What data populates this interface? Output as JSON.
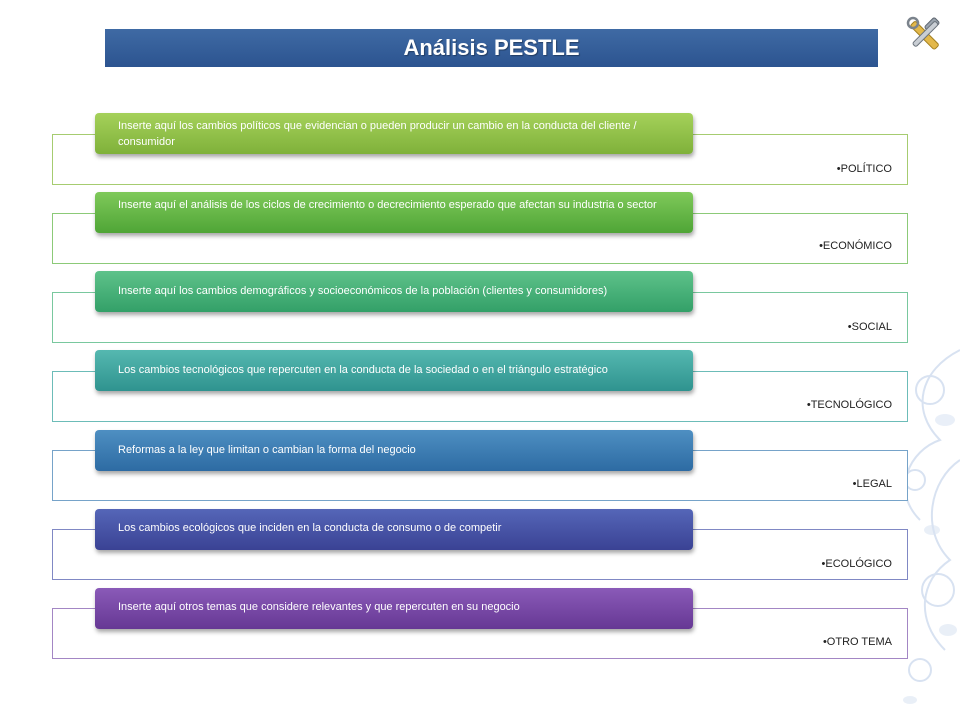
{
  "title": "Análisis PESTLE",
  "icon": "tools-icon",
  "rows": [
    {
      "category": "•POLÍTICO",
      "text": "Inserte aquí los cambios políticos que evidencian o pueden producir un cambio en la conducta del cliente / consumidor",
      "color_top": "#a5d15a",
      "color_bottom": "#7fb13a",
      "border": "#a6cc70"
    },
    {
      "category": "•ECONÓMICO",
      "text": "Inserte aquí el análisis de los ciclos de crecimiento o decrecimiento esperado que afectan su industria o sector",
      "color_top": "#7fc95a",
      "color_bottom": "#4fa536",
      "border": "#8cca78"
    },
    {
      "category": "•SOCIAL",
      "text": "Inserte aquí los cambios demográficos y socioeconómicos de la población (clientes y consumidores)",
      "color_top": "#5ec28a",
      "color_bottom": "#33a068",
      "border": "#79c89e"
    },
    {
      "category": "•TECNOLÓGICO",
      "text": "Los cambios tecnológicos que repercuten en la conducta de la sociedad o en el triángulo estratégico",
      "color_top": "#55b8b0",
      "color_bottom": "#2f938f",
      "border": "#6cbcb8"
    },
    {
      "category": "•LEGAL",
      "text": "Reformas a la ley que limitan o cambian la forma del negocio",
      "color_top": "#4e8fc2",
      "color_bottom": "#2d6ba3",
      "border": "#76a3c9"
    },
    {
      "category": "•ECOLÓGICO",
      "text": "Los cambios ecológicos que inciden en la conducta de consumo o de competir",
      "color_top": "#5566b8",
      "color_bottom": "#3a4294",
      "border": "#8088c4"
    },
    {
      "category": "•OTRO TEMA",
      "text": "Inserte aquí otros temas que considere relevantes y que repercuten en su negocio",
      "color_top": "#8a5ab8",
      "color_bottom": "#663894",
      "border": "#a386c4"
    }
  ]
}
